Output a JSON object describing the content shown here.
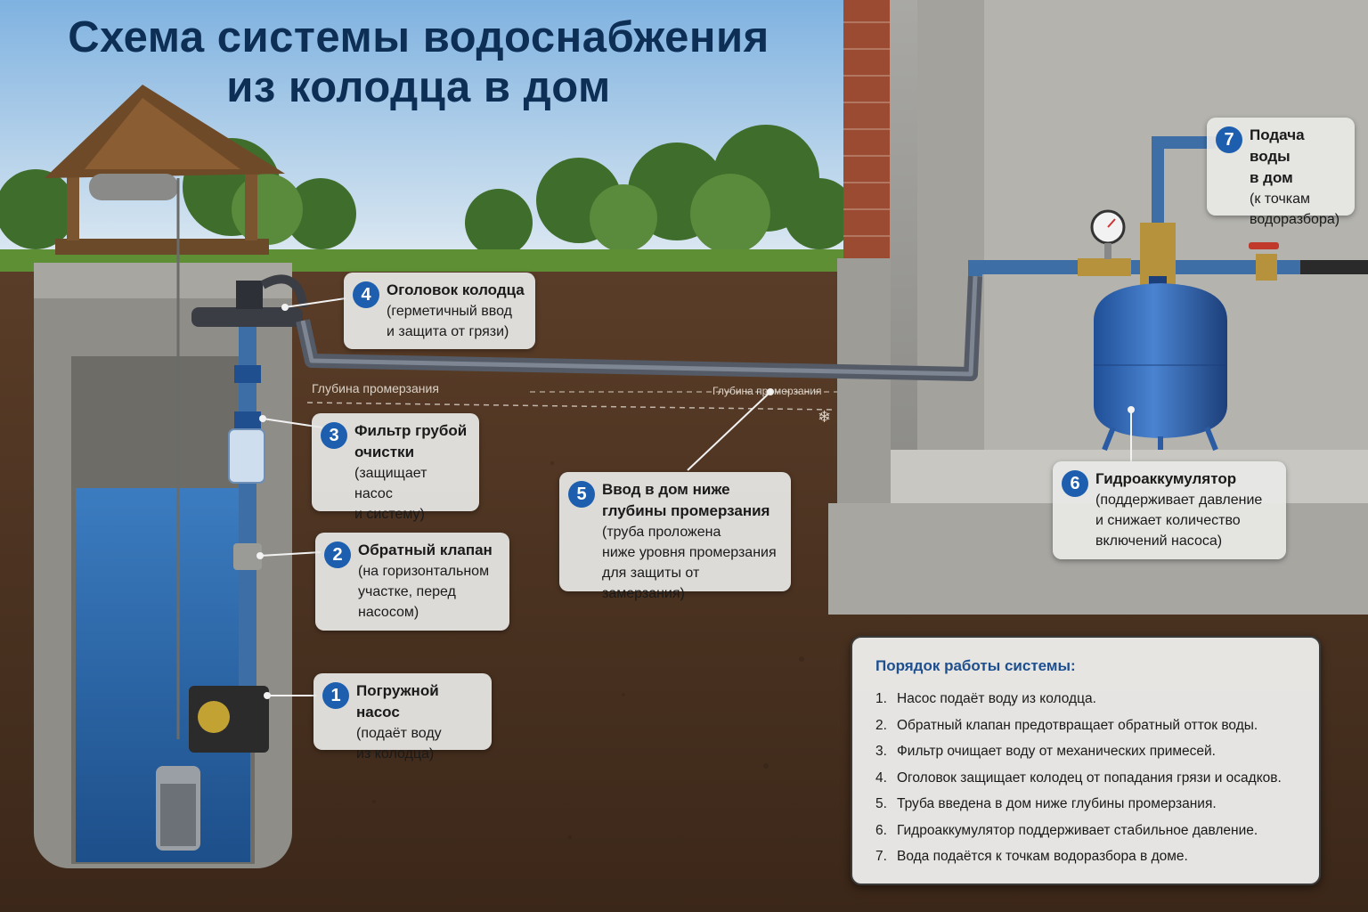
{
  "title_line1": "Схема системы водоснабжения",
  "title_line2": "из колодца в дом",
  "frost_label": "Глубина промерзания",
  "frost_label_pipe": "Глубина промерзания",
  "callouts": [
    {
      "num": "1",
      "title": "Погружной насос",
      "desc1": "(подаёт воду",
      "desc2": "из колодца)"
    },
    {
      "num": "2",
      "title": "Обратный клапан",
      "desc1": "(на горизонтальном",
      "desc2": "участке, перед",
      "desc3": "насосом)"
    },
    {
      "num": "3",
      "title": "Фильтр грубой",
      "title2": "очистки",
      "desc1": "(защищает насос",
      "desc2": "и систему)"
    },
    {
      "num": "4",
      "title": "Оголовок колодца",
      "desc1": "(герметичный ввод",
      "desc2": "и защита от грязи)"
    },
    {
      "num": "5",
      "title": "Ввод в дом ниже",
      "title2": "глубины промерзания",
      "desc1": "(труба проложена",
      "desc2": "ниже уровня промерзания",
      "desc3": "для защиты от замерзания)"
    },
    {
      "num": "6",
      "title": "Гидроаккумулятор",
      "desc1": "(поддерживает давление",
      "desc2": "и снижает количество",
      "desc3": "включений насоса)"
    },
    {
      "num": "7",
      "title": "Подача воды",
      "title2": "в дом",
      "desc1": "(к точкам",
      "desc2": "водоразбора)"
    }
  ],
  "steps": {
    "heading": "Порядок работы системы:",
    "items": [
      {
        "n": "1.",
        "text": "Насос подаёт воду из колодца."
      },
      {
        "n": "2.",
        "text": "Обратный клапан предотвращает обратный отток воды."
      },
      {
        "n": "3.",
        "text": "Фильтр очищает воду от механических примесей."
      },
      {
        "n": "4.",
        "text": "Оголовок защищает колодец от попадания грязи и осадков."
      },
      {
        "n": "5.",
        "text": "Труба введена в дом ниже глубины промерзания."
      },
      {
        "n": "6.",
        "text": "Гидроаккумулятор поддерживает стабильное давление."
      },
      {
        "n": "7.",
        "text": "Вода подаётся к точкам водоразбора в доме."
      }
    ]
  },
  "colors": {
    "accent": "#1d5fae",
    "title": "#0e2f55",
    "water": "#2d6aa8",
    "soil": "#4a3222"
  }
}
